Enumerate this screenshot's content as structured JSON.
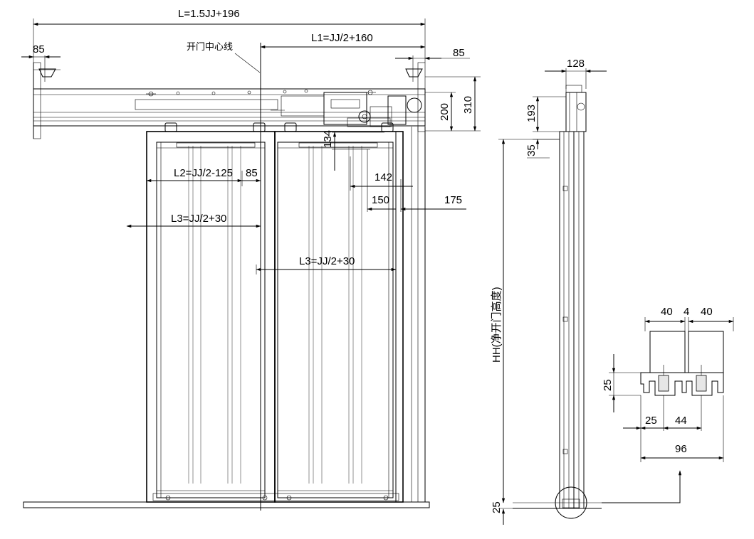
{
  "labels": {
    "total_width": "L=1.5JJ+196",
    "door_center_line": "开门中心线",
    "left_offset": "85",
    "l1": "L1=JJ/2+160",
    "right_offset": "85",
    "h310": "310",
    "h200": "200",
    "h134": "134",
    "l2": "L2=JJ/2-125",
    "l2_offset": "85",
    "d142": "142",
    "d150": "150",
    "d175": "175",
    "l3_left": "L3=JJ/2+30",
    "l3_right": "L3=JJ/2+30",
    "side_128": "128",
    "side_193": "193",
    "side_35": "35",
    "clear_height": "HH(净开门高度)",
    "side_25": "25",
    "sill_40a": "40",
    "sill_4": "4",
    "sill_40b": "40",
    "sill_25v": "25",
    "sill_25": "25",
    "sill_44": "44",
    "sill_96": "96"
  }
}
